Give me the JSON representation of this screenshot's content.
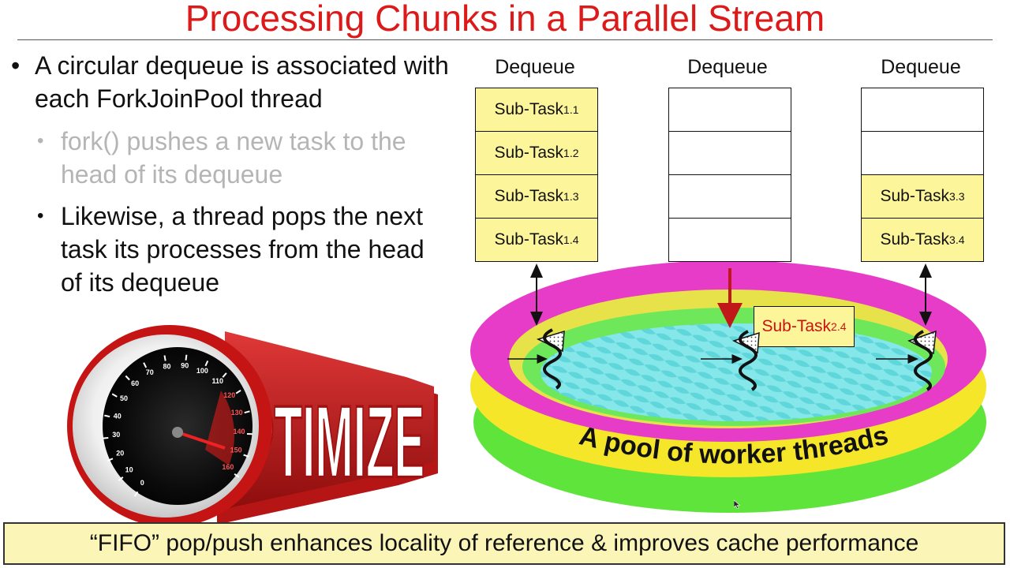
{
  "slide": {
    "title": "Processing Chunks in a Parallel Stream"
  },
  "bullets": {
    "main": "A circular dequeue is associated with each ForkJoinPool thread",
    "sub1": "fork() pushes a new task to the head of its dequeue",
    "sub2": "Likewise, a thread pops the next task its processes from the head of its dequeue",
    "bullet_glyph": "•"
  },
  "optimize_image": {
    "word": "PTIMIZE",
    "speedometer_ticks": [
      "0",
      "10",
      "20",
      "30",
      "40",
      "50",
      "60",
      "70",
      "80",
      "90",
      "100",
      "110",
      "120",
      "130",
      "140",
      "150",
      "160"
    ]
  },
  "diagram": {
    "dequeues": [
      {
        "label": "Dequeue",
        "cells": [
          {
            "text": "Sub-Task",
            "sub": "1.1"
          },
          {
            "text": "Sub-Task",
            "sub": "1.2"
          },
          {
            "text": "Sub-Task",
            "sub": "1.3"
          },
          {
            "text": "Sub-Task",
            "sub": "1.4"
          }
        ]
      },
      {
        "label": "Dequeue",
        "cells": [
          {
            "text": "",
            "sub": ""
          },
          {
            "text": "",
            "sub": ""
          },
          {
            "text": "",
            "sub": ""
          },
          {
            "text": "",
            "sub": ""
          }
        ]
      },
      {
        "label": "Dequeue",
        "cells": [
          {
            "text": "",
            "sub": ""
          },
          {
            "text": "",
            "sub": ""
          },
          {
            "text": "Sub-Task",
            "sub": "3.3"
          },
          {
            "text": "Sub-Task",
            "sub": "3.4"
          }
        ]
      }
    ],
    "floating_task": {
      "text": "Sub-Task",
      "sub": "2.4"
    },
    "pool_label": "A pool of worker threads",
    "colors": {
      "filled_cell": "#fdf59a",
      "pool_magenta": "#e63cc8",
      "pool_yellow": "#f5e62a",
      "pool_green": "#5ee43a",
      "water": "#7fe3e6",
      "pop_arrow": "#c01818"
    }
  },
  "footer": {
    "text": "“FIFO” pop/push enhances locality of reference & improves cache performance"
  }
}
